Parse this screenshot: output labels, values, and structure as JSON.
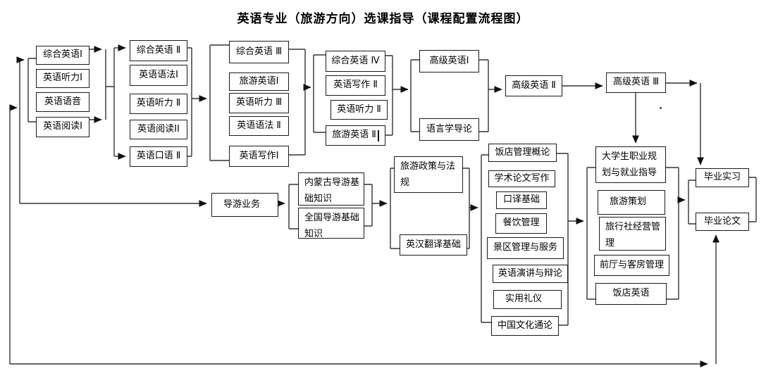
{
  "title": "英语专业（旅游方向）选课指导（课程配置流程图）",
  "boxes": {
    "zh1": {
      "label": "综合英语Ⅰ"
    },
    "tl1": {
      "label": "英语听力Ⅰ"
    },
    "yy": {
      "label": "英语语音"
    },
    "yd1": {
      "label": "英语阅读Ⅰ"
    },
    "zh2": {
      "label": "综合英语 Ⅱ"
    },
    "yf1": {
      "label": "英语语法Ⅰ"
    },
    "tl2": {
      "label": "英语听力 Ⅱ"
    },
    "yd2": {
      "label": "英语阅读ⅠⅠ"
    },
    "ky2": {
      "label": "英语口语 Ⅱ"
    },
    "zh3": {
      "label": "综合英语 Ⅲ"
    },
    "ly1": {
      "label": "旅游英语Ⅰ"
    },
    "tl3": {
      "label": "英语听力 Ⅲ"
    },
    "yf2": {
      "label": "英语语法 Ⅱ"
    },
    "xz1": {
      "label": "英语写作Ⅰ"
    },
    "zh4": {
      "label": "综合英语 Ⅳ"
    },
    "xz2": {
      "label": "英语写作 Ⅱ"
    },
    "tl4": {
      "label": "英语听力 Ⅱ"
    },
    "ly2": {
      "label": "旅游英语 Ⅱ"
    },
    "gj1": {
      "label": "高级英语Ⅰ"
    },
    "yyx": {
      "label": "语言学导论"
    },
    "gj2": {
      "label": "高级英语 Ⅱ"
    },
    "gj3": {
      "label": "高级英语 Ⅲ"
    },
    "dy": {
      "label": "导游业务"
    },
    "nmg": {
      "label": "内蒙古导游基础知识"
    },
    "qg": {
      "label": "全国导游基础知识"
    },
    "zcfg": {
      "label": "旅游政策与法规"
    },
    "yhfy": {
      "label": "英汉翻译基础"
    },
    "fdgl": {
      "label": "饭店管理概论"
    },
    "xslw": {
      "label": "学术论文写作"
    },
    "kyjc": {
      "label": "口译基础"
    },
    "cygl": {
      "label": "餐饮管理"
    },
    "jqgl": {
      "label": "景区管理与服务"
    },
    "yjyb": {
      "label": "英语演讲与辩论"
    },
    "syly": {
      "label": "实用礼仪"
    },
    "zgwh": {
      "label": "中国文化通论"
    },
    "dxs": {
      "label": "大学生职业规划与就业指导"
    },
    "lych": {
      "label": "旅游策划"
    },
    "lxs": {
      "label": "旅行社经营管理"
    },
    "qt": {
      "label": "前厅与客房管理"
    },
    "fdyy": {
      "label": "饭店英语"
    },
    "bysx": {
      "label": "毕业实习"
    },
    "bylw": {
      "label": "毕业论文"
    }
  },
  "colors": {
    "line": "#333333",
    "box_border": "#1a1a1a",
    "background": "#ffffff",
    "text": "#000000"
  }
}
